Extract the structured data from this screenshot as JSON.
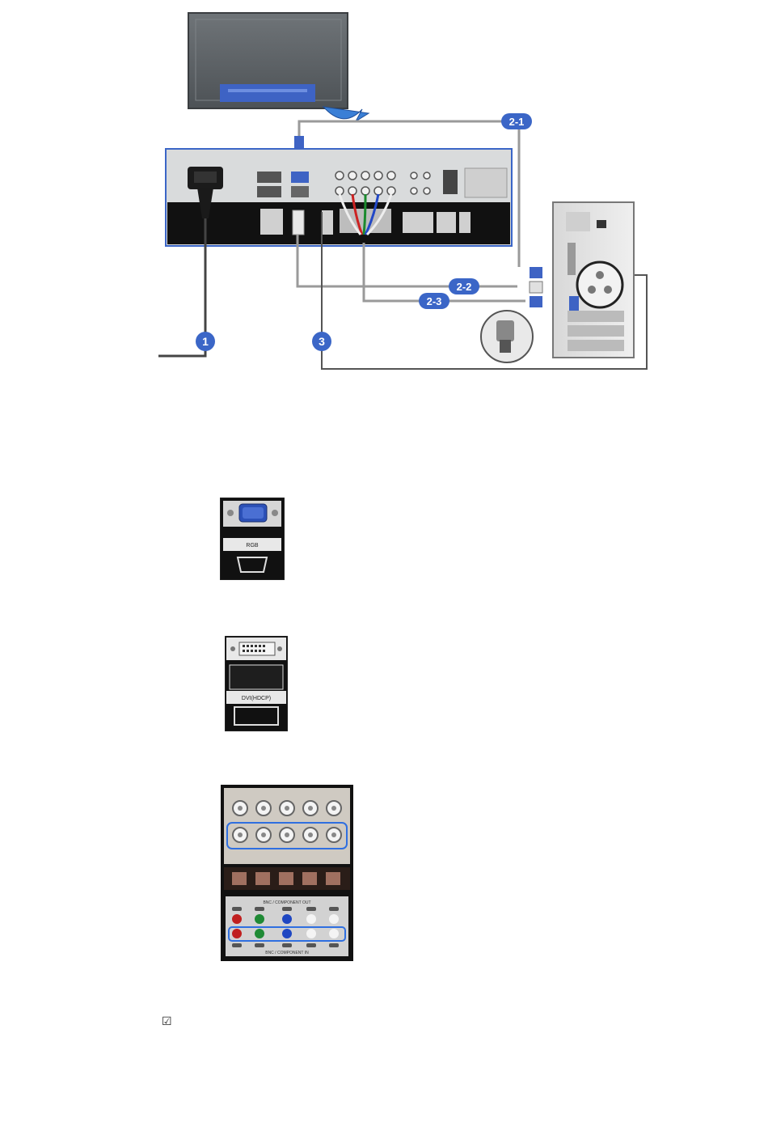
{
  "callouts": {
    "c1": "1",
    "c21": "2-1",
    "c22": "2-2",
    "c23": "2-3",
    "c3": "3"
  },
  "rgb_panel": {
    "label": "RGB"
  },
  "dvi_panel": {
    "label": "DVI(HDCP)"
  },
  "bnc_panel": {
    "top_label": "BNC / COMPONENT OUT",
    "bottom_label": "BNC / COMPONENT IN"
  },
  "footer": {
    "checkbox_icon": "☑"
  },
  "colors": {
    "callout_blue": "#3b66c7",
    "panel_black": "#111111",
    "cable_grey": "#9a9a9a",
    "highlight_blue": "#2f6fe0"
  },
  "icons": {
    "monitor": "monitor-back-icon",
    "pc": "pc-tower-icon",
    "vga": "vga-connector-icon",
    "dvi": "dvi-connector-icon",
    "bnc": "bnc-connector-icon",
    "audio": "audio-jack-icon",
    "power": "power-plug-icon"
  }
}
